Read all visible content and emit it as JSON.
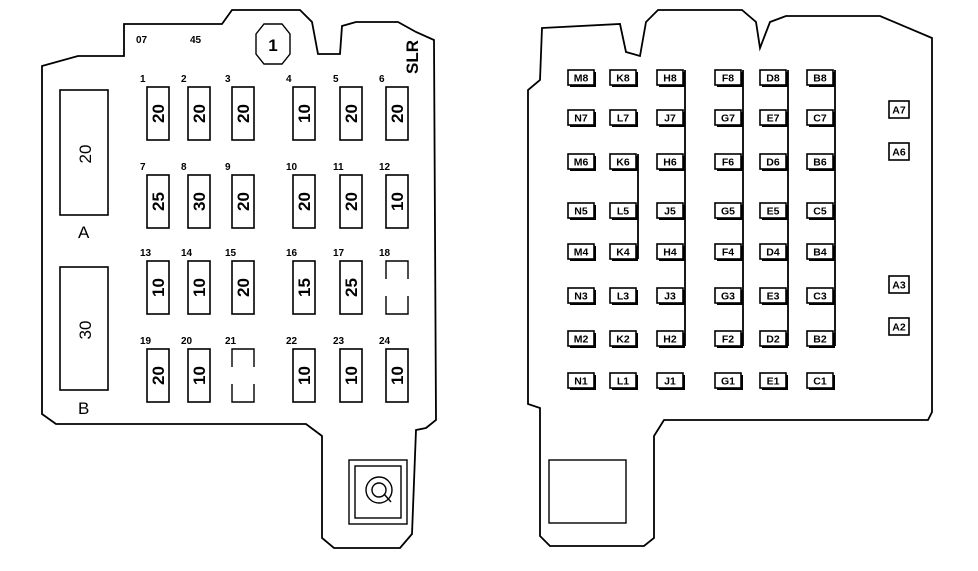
{
  "left_panel": {
    "top_labels": [
      "07",
      "45"
    ],
    "circle_label": "1",
    "side_label": "SLR",
    "maxi_fuses": [
      {
        "letter": "A",
        "value": "20"
      },
      {
        "letter": "B",
        "value": "30"
      }
    ],
    "fuses": [
      {
        "num": "1",
        "value": "20"
      },
      {
        "num": "2",
        "value": "20"
      },
      {
        "num": "3",
        "value": "20"
      },
      {
        "num": "4",
        "value": "10"
      },
      {
        "num": "5",
        "value": "20"
      },
      {
        "num": "6",
        "value": "20"
      },
      {
        "num": "7",
        "value": "25"
      },
      {
        "num": "8",
        "value": "30"
      },
      {
        "num": "9",
        "value": "20"
      },
      {
        "num": "10",
        "value": "20"
      },
      {
        "num": "11",
        "value": "20"
      },
      {
        "num": "12",
        "value": "10"
      },
      {
        "num": "13",
        "value": "10"
      },
      {
        "num": "14",
        "value": "10"
      },
      {
        "num": "15",
        "value": "20"
      },
      {
        "num": "16",
        "value": "15"
      },
      {
        "num": "17",
        "value": "25"
      },
      {
        "num": "18",
        "value": ""
      },
      {
        "num": "19",
        "value": "20"
      },
      {
        "num": "20",
        "value": "10"
      },
      {
        "num": "21",
        "value": ""
      },
      {
        "num": "22",
        "value": "10"
      },
      {
        "num": "23",
        "value": "10"
      },
      {
        "num": "24",
        "value": "10"
      }
    ]
  },
  "right_panel": {
    "columns": [
      [
        "M8",
        "N7",
        "M6",
        "N5",
        "M4",
        "N3",
        "M2",
        "N1"
      ],
      [
        "K8",
        "L7",
        "K6",
        "L5",
        "K4",
        "L3",
        "K2",
        "L1"
      ],
      [
        "H8",
        "J7",
        "H6",
        "J5",
        "H4",
        "J3",
        "H2",
        "J1"
      ],
      [
        "F8",
        "G7",
        "F6",
        "G5",
        "F4",
        "G3",
        "F2",
        "G1"
      ],
      [
        "D8",
        "E7",
        "D6",
        "E5",
        "D4",
        "E3",
        "D2",
        "E1"
      ],
      [
        "B8",
        "C7",
        "B6",
        "C5",
        "B4",
        "C3",
        "B2",
        "C1"
      ]
    ],
    "side_terminals": [
      "A7",
      "A6",
      "A3",
      "A2"
    ]
  }
}
